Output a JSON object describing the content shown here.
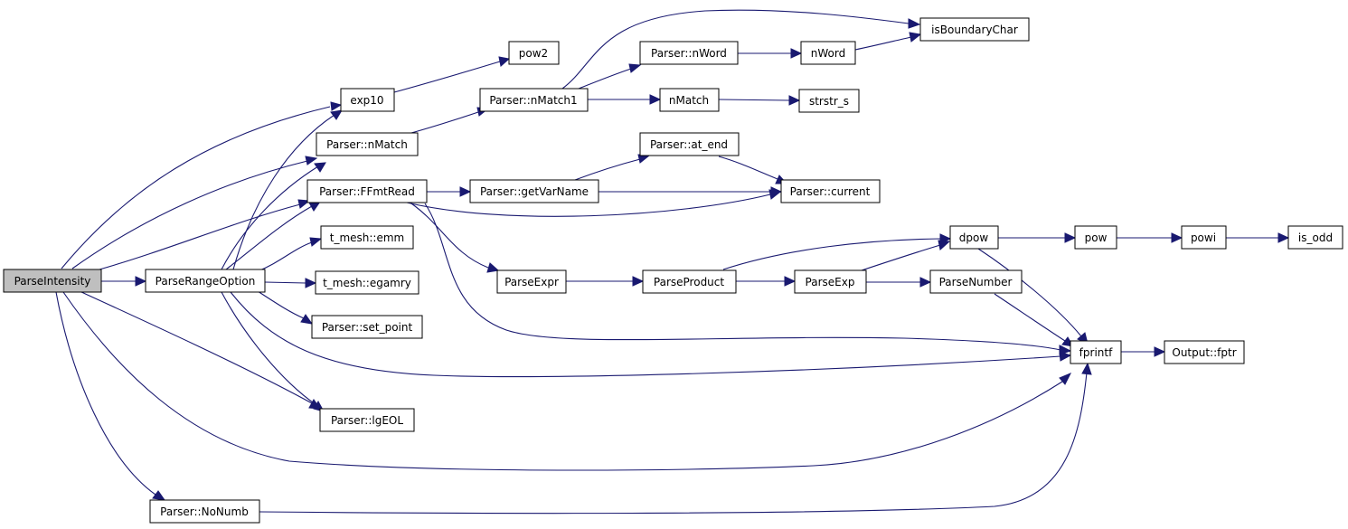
{
  "diagram": {
    "type": "call-graph",
    "colors": {
      "edge": "#191970",
      "node_fill": "#ffffff",
      "root_fill": "#bfbfbf",
      "node_border": "#000000"
    },
    "nodes": {
      "parse_intensity": "ParseIntensity",
      "parse_range_option": "ParseRangeOption",
      "exp10": "exp10",
      "pow2": "pow2",
      "parser_nmatch": "Parser::nMatch",
      "parser_nmatch1": "Parser::nMatch1",
      "parser_nword": "Parser::nWord",
      "nword": "nWord",
      "is_boundary_char": "isBoundaryChar",
      "nmatch": "nMatch",
      "strstr_s": "strstr_s",
      "parser_ffmtread": "Parser::FFmtRead",
      "parser_getvarname": "Parser::getVarName",
      "parser_at_end": "Parser::at_end",
      "parser_current": "Parser::current",
      "t_mesh_emm": "t_mesh::emm",
      "t_mesh_egamry": "t_mesh::egamry",
      "parser_set_point": "Parser::set_point",
      "parser_lgeol": "Parser::lgEOL",
      "parser_nonumb": "Parser::NoNumb",
      "parse_expr": "ParseExpr",
      "parse_product": "ParseProduct",
      "parse_exp": "ParseExp",
      "parse_number": "ParseNumber",
      "dpow": "dpow",
      "pow": "pow",
      "powi": "powi",
      "is_odd": "is_odd",
      "fprintf": "fprintf",
      "output_fptr": "Output::fptr"
    },
    "edges": [
      [
        "parse_intensity",
        "exp10"
      ],
      [
        "parse_intensity",
        "parser_nmatch"
      ],
      [
        "parse_intensity",
        "parser_ffmtread"
      ],
      [
        "parse_intensity",
        "parse_range_option"
      ],
      [
        "parse_intensity",
        "parser_lgeol"
      ],
      [
        "parse_intensity",
        "fprintf"
      ],
      [
        "parse_intensity",
        "parser_nonumb"
      ],
      [
        "parse_range_option",
        "exp10"
      ],
      [
        "parse_range_option",
        "parser_nmatch"
      ],
      [
        "parse_range_option",
        "parser_ffmtread"
      ],
      [
        "parse_range_option",
        "t_mesh_emm"
      ],
      [
        "parse_range_option",
        "t_mesh_egamry"
      ],
      [
        "parse_range_option",
        "parser_set_point"
      ],
      [
        "parse_range_option",
        "parser_lgeol"
      ],
      [
        "parse_range_option",
        "fprintf"
      ],
      [
        "exp10",
        "pow2"
      ],
      [
        "parser_nmatch",
        "parser_nmatch1"
      ],
      [
        "parser_nmatch1",
        "is_boundary_char"
      ],
      [
        "parser_nmatch1",
        "parser_nword"
      ],
      [
        "parser_nmatch1",
        "nmatch"
      ],
      [
        "parser_nword",
        "nword"
      ],
      [
        "nword",
        "is_boundary_char"
      ],
      [
        "nmatch",
        "strstr_s"
      ],
      [
        "parser_ffmtread",
        "parser_getvarname"
      ],
      [
        "parser_ffmtread",
        "parser_current"
      ],
      [
        "parser_ffmtread",
        "parse_expr"
      ],
      [
        "parser_ffmtread",
        "fprintf"
      ],
      [
        "parser_getvarname",
        "parser_at_end"
      ],
      [
        "parser_getvarname",
        "parser_current"
      ],
      [
        "parser_at_end",
        "parser_current"
      ],
      [
        "parse_expr",
        "parse_product"
      ],
      [
        "parse_product",
        "dpow"
      ],
      [
        "parse_product",
        "parse_exp"
      ],
      [
        "parse_exp",
        "dpow"
      ],
      [
        "parse_exp",
        "parse_number"
      ],
      [
        "parse_number",
        "fprintf"
      ],
      [
        "dpow",
        "pow"
      ],
      [
        "dpow",
        "fprintf"
      ],
      [
        "pow",
        "powi"
      ],
      [
        "powi",
        "is_odd"
      ],
      [
        "fprintf",
        "output_fptr"
      ],
      [
        "parser_nonumb",
        "fprintf"
      ]
    ]
  }
}
